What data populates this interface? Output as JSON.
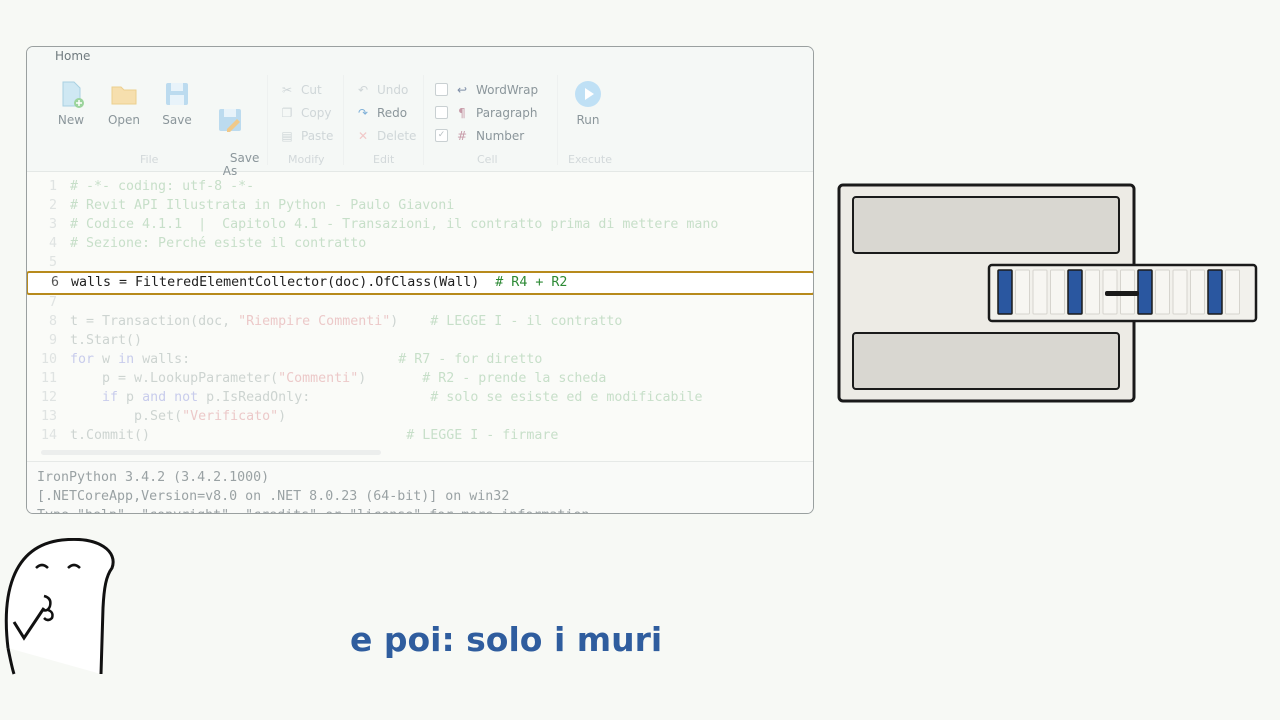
{
  "ribbon": {
    "tab": "Home",
    "file_buttons": [
      "New",
      "Open",
      "Save",
      "Save\nAs"
    ],
    "modify_items": [
      "Cut",
      "Copy",
      "Paste"
    ],
    "edit_items": [
      "Undo",
      "Redo",
      "Delete"
    ],
    "cell_items": [
      "WordWrap",
      "Paragraph",
      "Number"
    ],
    "run_label": "Run",
    "groups": [
      "File",
      "Modify",
      "Edit",
      "Cell",
      "Execute"
    ]
  },
  "code": {
    "lines": [
      {
        "n": "1",
        "html": "<span class=\"cmt\"># -*- coding: utf-8 -*-</span>"
      },
      {
        "n": "2",
        "html": "<span class=\"cmt\"># Revit API Illustrata in Python - Paulo Giavoni</span>"
      },
      {
        "n": "3",
        "html": "<span class=\"cmt\"># Codice 4.1.1  |  Capitolo 4.1 - Transazioni, il contratto prima di mettere mano</span>"
      },
      {
        "n": "4",
        "html": "<span class=\"cmt\"># Sezione: Perché esiste il contratto</span>"
      },
      {
        "n": "5",
        "html": ""
      },
      {
        "n": "6",
        "html": "walls = FilteredElementCollector(doc).OfClass(Wall)  <span class=\"cm\"># R4 + R2</span>"
      },
      {
        "n": "7",
        "html": ""
      },
      {
        "n": "8",
        "html": "t = Transaction(doc, <span class=\"str\">\"Riempire Commenti\"</span>)    <span class=\"cmt\"># LEGGE I - il contratto</span>"
      },
      {
        "n": "9",
        "html": "t.Start()"
      },
      {
        "n": "10",
        "html": "<span class=\"kw\">for</span> w <span class=\"kw\">in</span> walls:                          <span class=\"cmt\"># R7 - for diretto</span>"
      },
      {
        "n": "11",
        "html": "    p = w.LookupParameter(<span class=\"str\">\"Commenti\"</span>)       <span class=\"cmt\"># R2 - prende la scheda</span>"
      },
      {
        "n": "12",
        "html": "    <span class=\"kw\">if</span> p <span class=\"kw\">and not</span> p.IsReadOnly:               <span class=\"cmt\"># solo se esiste ed e modificabile</span>"
      },
      {
        "n": "13",
        "html": "        p.Set(<span class=\"str\">\"Verificato\"</span>)"
      },
      {
        "n": "14",
        "html": "t.Commit()                                <span class=\"cmt\"># LEGGE I - firmare</span>"
      }
    ],
    "highlight_line": "6"
  },
  "console": {
    "lines": [
      "IronPython 3.4.2 (3.4.2.1000)",
      "[.NETCoreApp,Version=v8.0 on .NET 8.0.23 (64-bit)] on win32",
      "Type \"help\", \"copyright\", \"credits\" or \"license\" for more information."
    ]
  },
  "caption": "e poi: solo i muri",
  "colors": {
    "accent_blue": "#2f5d9e",
    "highlight_border": "#b78a1c",
    "wall_blue": "#2a57a0"
  }
}
